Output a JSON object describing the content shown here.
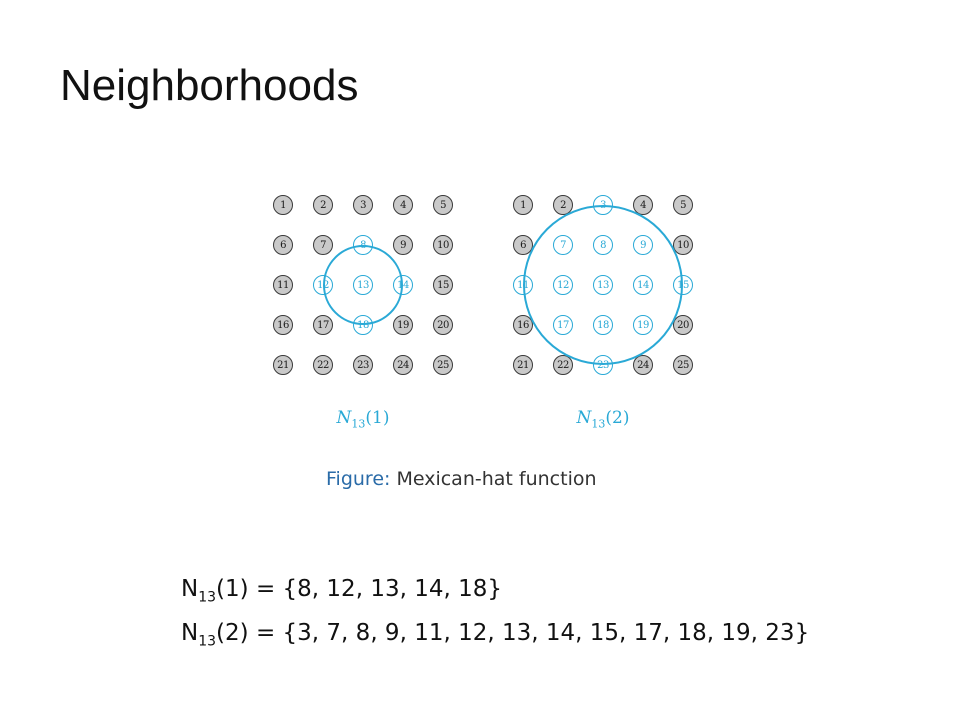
{
  "slide": {
    "title": "Neighborhoods"
  },
  "colors": {
    "highlight": "#2aa9d6",
    "node_fill": "#c9c9c9",
    "node_border": "#3a3a3a",
    "caption_label": "#2a6ba8"
  },
  "grid": {
    "nodes": [
      "1",
      "2",
      "3",
      "4",
      "5",
      "6",
      "7",
      "8",
      "9",
      "10",
      "11",
      "12",
      "13",
      "14",
      "15",
      "16",
      "17",
      "18",
      "19",
      "20",
      "21",
      "22",
      "23",
      "24",
      "25"
    ]
  },
  "diagrams": [
    {
      "symbol": "N",
      "subscript": "13",
      "radius": "(1)",
      "highlighted": [
        8,
        12,
        13,
        14,
        18
      ]
    },
    {
      "symbol": "N",
      "subscript": "13",
      "radius": "(2)",
      "highlighted": [
        3,
        7,
        8,
        9,
        11,
        12,
        13,
        14,
        15,
        17,
        18,
        19,
        23
      ]
    }
  ],
  "caption": {
    "label": "Figure:",
    "text": "Mexican-hat function"
  },
  "formulas": [
    {
      "symbol": "N",
      "subscript": "13",
      "lhs_rest": "(1)",
      "rhs": "= {8, 12, 13, 14, 18}"
    },
    {
      "symbol": "N",
      "subscript": "13",
      "lhs_rest": "(2)",
      "rhs": "= {3, 7, 8, 9, 11, 12, 13, 14, 15, 17, 18, 19, 23}"
    }
  ]
}
